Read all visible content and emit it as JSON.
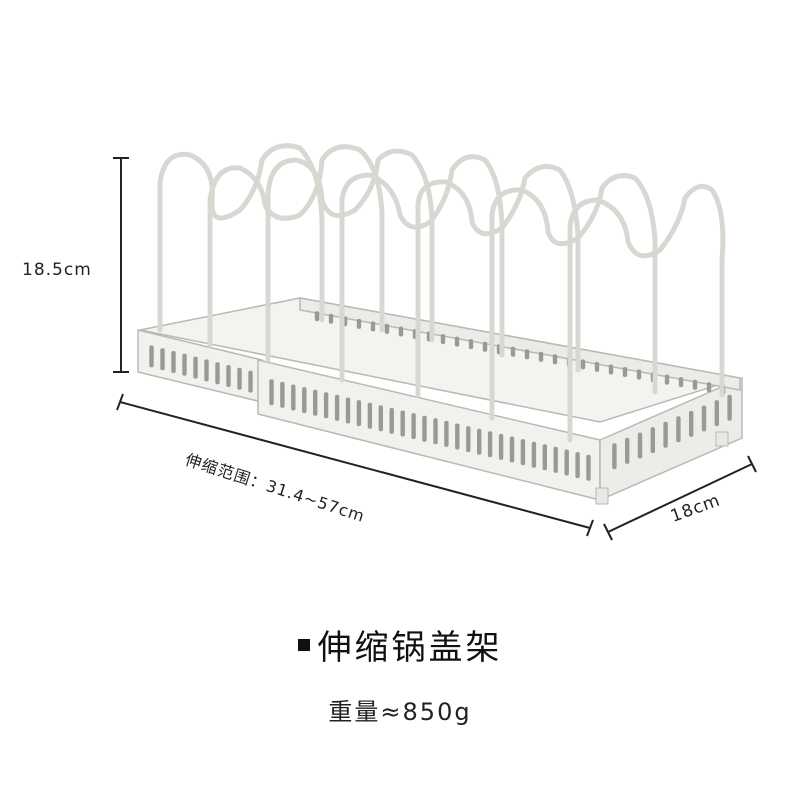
{
  "dimensions": {
    "height": "18.5cm",
    "length": "伸缩范围：31.4~57cm",
    "depth": "18cm"
  },
  "product": {
    "title": "伸缩锅盖架",
    "weight": "重量≈850g"
  },
  "colors": {
    "rack": "#f1f1ee",
    "rack_outline": "#b9b9b4",
    "slot": "#9a9a95",
    "dimension_line": "#222222"
  }
}
